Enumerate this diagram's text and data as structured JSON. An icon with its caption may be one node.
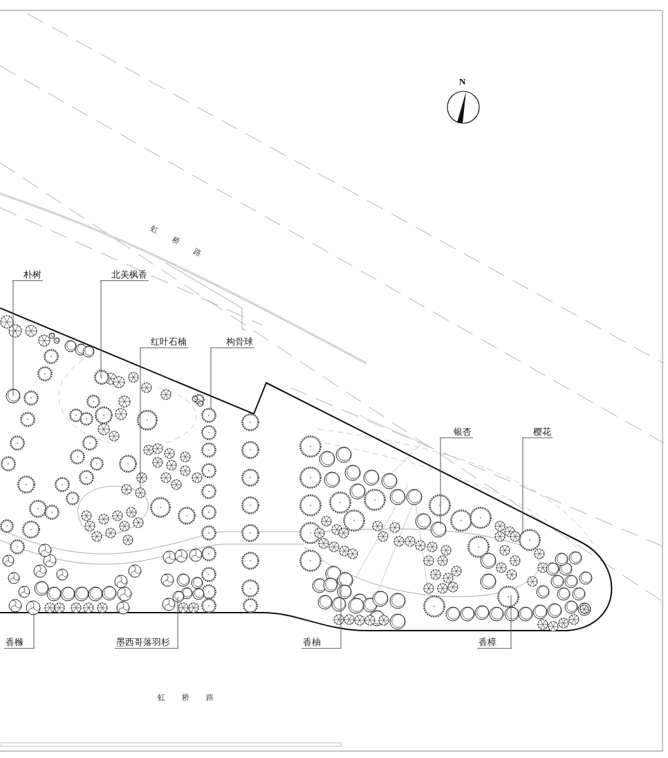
{
  "diagram": {
    "nodes": [
      {
        "text": [
          "朴树"
        ]
      },
      {
        "text": [
          "北美枫香"
        ]
      },
      {
        "text": [
          "红叶石楠"
        ]
      },
      {
        "text": [
          "构骨球"
        ]
      },
      {
        "text": [
          "银杏"
        ]
      },
      {
        "text": [
          "樱花"
        ]
      },
      {
        "text": [
          "香橼"
        ]
      },
      {
        "text": [
          "墨西哥落羽杉"
        ]
      },
      {
        "text": [
          "香柚"
        ]
      },
      {
        "text": [
          "香樟"
        ]
      }
    ],
    "edges": [
      {
        "from": 0,
        "to": null,
        "arrow": "none"
      },
      {
        "from": 1,
        "to": null,
        "arrow": "none"
      },
      {
        "from": 2,
        "to": null,
        "arrow": "none"
      },
      {
        "from": 3,
        "to": null,
        "arrow": "none"
      },
      {
        "from": 4,
        "to": null,
        "arrow": "none"
      },
      {
        "from": 5,
        "to": null,
        "arrow": "none"
      },
      {
        "from": 6,
        "to": null,
        "arrow": "none"
      },
      {
        "from": 7,
        "to": null,
        "arrow": "none"
      },
      {
        "from": 8,
        "to": null,
        "arrow": "none"
      },
      {
        "from": 9,
        "to": null,
        "arrow": "none"
      }
    ],
    "labels": [
      "N",
      "虹桥路",
      "虹桥路"
    ]
  }
}
